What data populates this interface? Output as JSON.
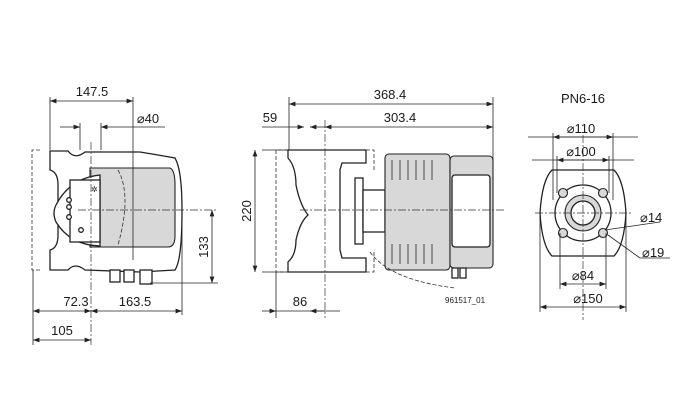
{
  "views": {
    "front": {
      "dimensions": {
        "width_top": "147.5",
        "port_diameter": "⌀40",
        "height_axis": "133",
        "left_offset": "72.3",
        "right_offset": "163.5",
        "bottom_offset": "105"
      }
    },
    "side": {
      "dimensions": {
        "overall_length": "368.4",
        "flange_to_axis": "59",
        "axis_to_end": "303.4",
        "flange_height": "220",
        "axis_depth": "86"
      },
      "drawing_number": "961517_01"
    },
    "flange": {
      "pressure_rating": "PN6-16",
      "dimensions": {
        "d110": "⌀110",
        "d100": "⌀100",
        "d14": "⌀14",
        "d19": "⌀19",
        "d84": "⌀84",
        "d150": "⌀150"
      }
    }
  },
  "colors": {
    "line": "#222222",
    "fill": "#d8d8d8"
  }
}
